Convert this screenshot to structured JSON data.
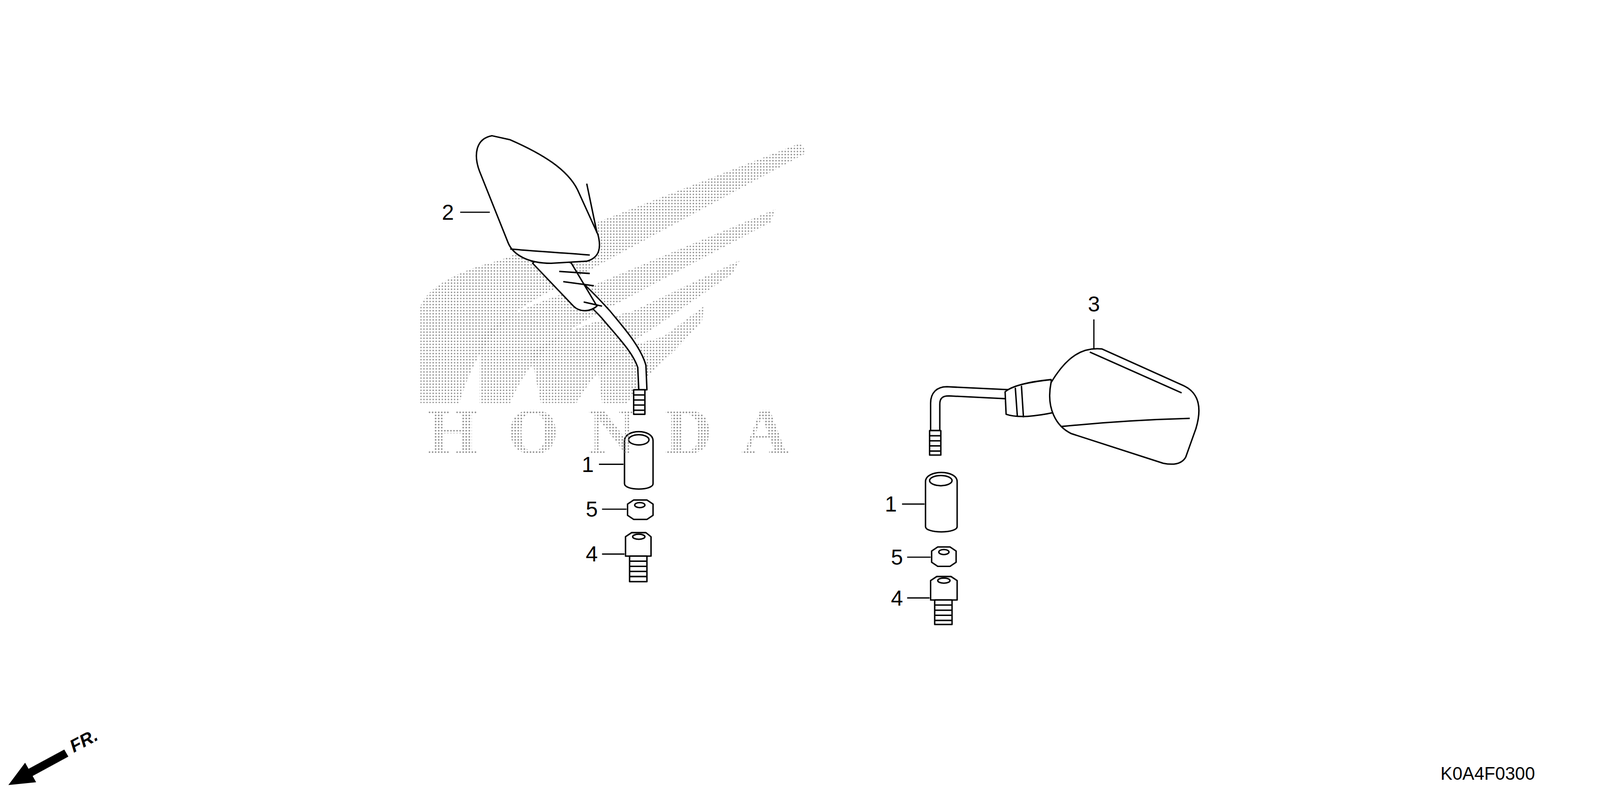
{
  "diagram": {
    "labels": [
      "2",
      "3",
      "1",
      "5",
      "4",
      "1",
      "5",
      "4",
      "HONDA",
      "FR.",
      "K0A4F0300"
    ]
  }
}
